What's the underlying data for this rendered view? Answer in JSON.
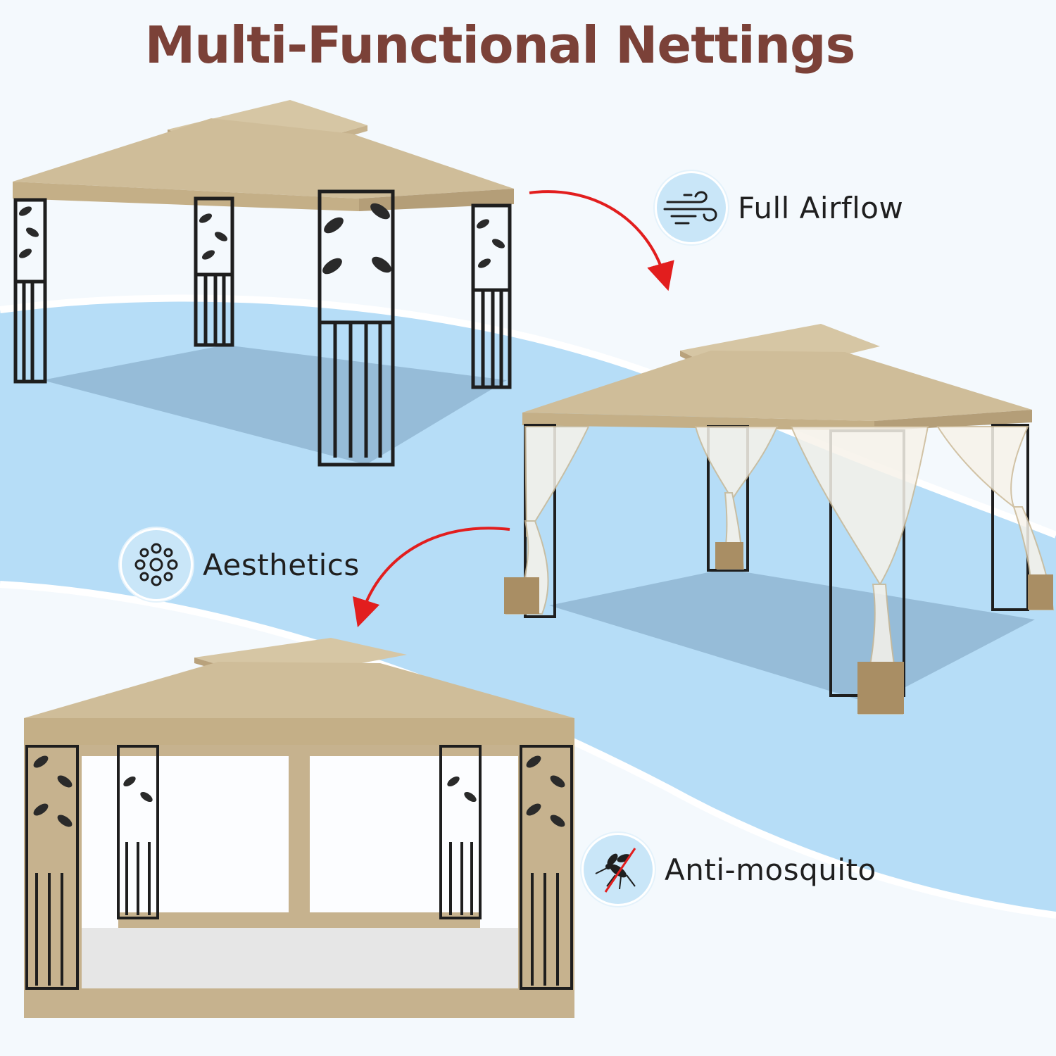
{
  "header": {
    "title": "Multi-Functional Nettings"
  },
  "features": [
    {
      "label": "Full Airflow",
      "icon": "wind-icon"
    },
    {
      "label": "Aesthetics",
      "icon": "pattern-icon"
    },
    {
      "label": "Anti-mosquito",
      "icon": "no-mosquito-icon"
    }
  ],
  "colors": {
    "title": "#7b4138",
    "canopy": "#cdbb98",
    "frame": "#1e1e1e",
    "wave": "#b6ddf7",
    "arrow": "#e21e1e",
    "badge": "#c9e6f8"
  }
}
